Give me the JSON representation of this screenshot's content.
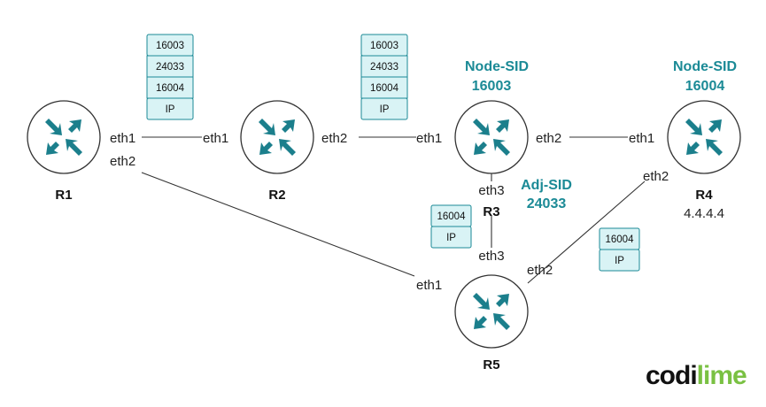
{
  "routers": [
    {
      "name": "R1",
      "addr": ""
    },
    {
      "name": "R2",
      "addr": ""
    },
    {
      "name": "R3",
      "addr": ""
    },
    {
      "name": "R4",
      "addr": "4.4.4.4"
    },
    {
      "name": "R5",
      "addr": ""
    }
  ],
  "interfaces": {
    "r1_eth1": "eth1",
    "r1_eth2": "eth2",
    "r2_eth1": "eth1",
    "r2_eth2": "eth2",
    "r3_eth1": "eth1",
    "r3_eth2": "eth2",
    "r3_eth3": "eth3",
    "r4_eth1": "eth1",
    "r4_eth2": "eth2",
    "r5_eth1": "eth1",
    "r5_eth2": "eth2",
    "r5_eth3": "eth3"
  },
  "sids": {
    "r3_node": {
      "title": "Node-SID",
      "value": "16003"
    },
    "r4_node": {
      "title": "Node-SID",
      "value": "16004"
    },
    "r3_adj": {
      "title": "Adj-SID",
      "value": "24033"
    }
  },
  "label_stacks": [
    {
      "id": "stack-r1-r2",
      "labels": [
        "16003",
        "24033",
        "16004",
        "IP"
      ]
    },
    {
      "id": "stack-r2-r3",
      "labels": [
        "16003",
        "24033",
        "16004",
        "IP"
      ]
    },
    {
      "id": "stack-r3-r5",
      "labels": [
        "16004",
        "IP"
      ]
    },
    {
      "id": "stack-r5-r4",
      "labels": [
        "16004",
        "IP"
      ]
    }
  ],
  "logo": {
    "part1": "codi",
    "part2": "lime",
    "color1": "#111111",
    "color2": "#7ac143"
  },
  "colors": {
    "accent": "#1b8a96",
    "arrow": "#1b7f8c",
    "stack_fill": "#d9f3f5"
  }
}
